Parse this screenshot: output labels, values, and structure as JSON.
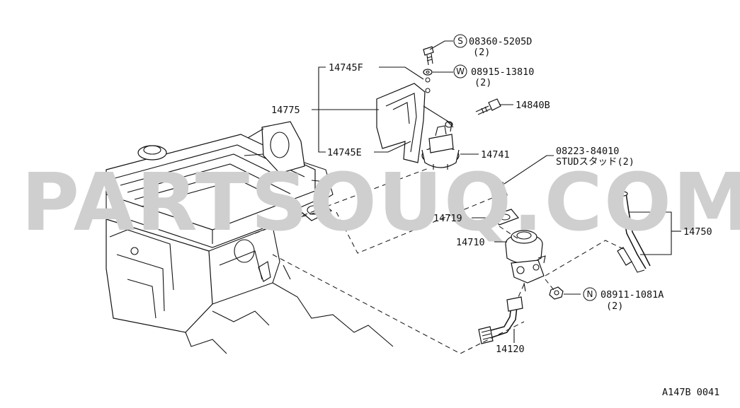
{
  "watermark": "PARTSOUQ.COM",
  "figure_code": "A147B 0041",
  "callouts": {
    "bolt_circle": "S",
    "bolt_number": "08360-5205D",
    "bolt_qty": "(2)",
    "washer_circle": "W",
    "washer_number": "08915-13810",
    "washer_qty": "(2)",
    "nut_circle": "N",
    "nut_number": "08911-1081A",
    "nut_qty": "(2)",
    "stud_number": "08223-84010",
    "stud_desc": "STUDスタッド(2)",
    "p14745F": "14745F",
    "p14775": "14775",
    "p14745E": "14745E",
    "p14840B": "14840B",
    "p14741": "14741",
    "p14719": "14719",
    "p14710": "14710",
    "p14750": "14750",
    "p14120": "14120"
  }
}
